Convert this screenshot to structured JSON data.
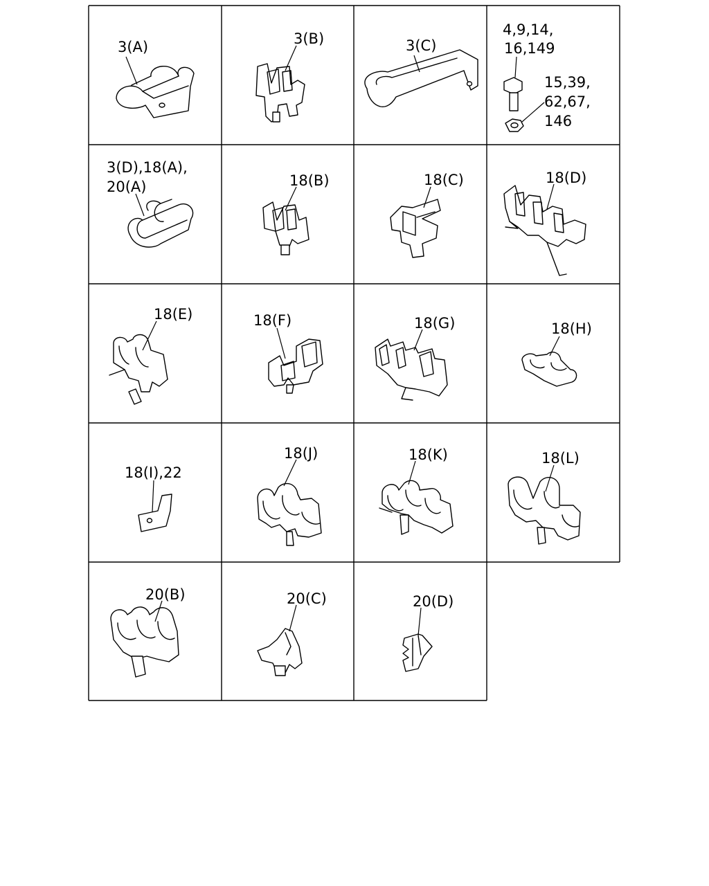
{
  "labels": {
    "c11": "3(A)",
    "c12": "3(B)",
    "c13": "3(C)",
    "c14a": "4,9,14,",
    "c14b": "16,149",
    "c14c": "15,39,",
    "c14d": "62,67,",
    "c14e": "146",
    "c21a": "3(D),18(A),",
    "c21b": "20(A)",
    "c22": "18(B)",
    "c23": "18(C)",
    "c24": "18(D)",
    "c31": "18(E)",
    "c32": "18(F)",
    "c33": "18(G)",
    "c34": "18(H)",
    "c41": "18(I),22",
    "c42": "18(J)",
    "c43": "18(K)",
    "c44": "18(L)",
    "c51": "20(B)",
    "c52": "20(C)",
    "c53": "20(D)"
  }
}
